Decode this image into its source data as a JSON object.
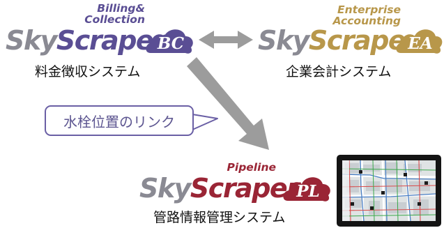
{
  "bc": {
    "subtitle_line1": "Billing&",
    "subtitle_line2": "Collection",
    "brand_part1": "Sky",
    "brand_part2": "Scraper",
    "badge": "BC",
    "caption": "料金徴収システム",
    "colors": {
      "main": "#5a4e94",
      "grey": "#8a8a93"
    }
  },
  "ea": {
    "subtitle_line1": "Enterprise",
    "subtitle_line2": "Accounting",
    "brand_part1": "Sky",
    "brand_part2": "Scraper",
    "badge": "EA",
    "caption": "企業会計システム",
    "colors": {
      "main": "#b8974a",
      "grey": "#8a8a93"
    }
  },
  "pl": {
    "subtitle_line1": "Pipeline",
    "brand_part1": "Sky",
    "brand_part2": "Scraper",
    "badge": "PL",
    "caption": "管路情報管理システム",
    "colors": {
      "main": "#9a2535",
      "grey": "#8a8a93"
    }
  },
  "callout": {
    "text": "水栓位置のリンク"
  },
  "colors": {
    "arrow": "#9c9c9c",
    "callout_border": "#6a5fa5"
  }
}
